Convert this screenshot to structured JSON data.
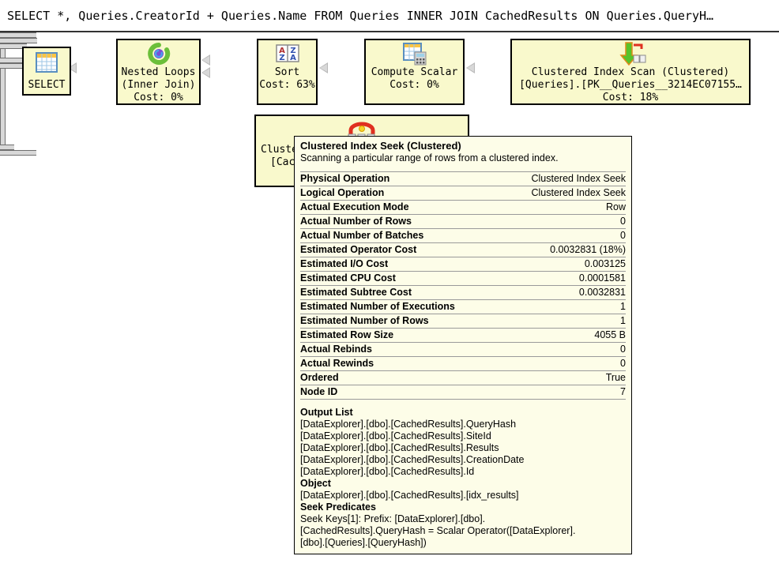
{
  "query": {
    "text": "SELECT *, Queries.CreatorId + Queries.Name FROM Queries INNER JOIN CachedResults ON Queries.QueryH…"
  },
  "plan": {
    "nodes": [
      {
        "id": "select",
        "icon": "result-grid-icon",
        "label": "SELECT",
        "lines": [
          "SELECT"
        ]
      },
      {
        "id": "nested-loops",
        "icon": "nested-loops-icon",
        "label": "Nested Loops",
        "lines": [
          "Nested Loops",
          "(Inner Join)",
          "Cost: 0%"
        ],
        "cost": "Cost: 0%"
      },
      {
        "id": "sort",
        "icon": "sort-az-icon",
        "label": "Sort",
        "lines": [
          "Sort",
          "Cost: 63%"
        ],
        "cost": "Cost: 63%"
      },
      {
        "id": "compute-scalar",
        "icon": "compute-scalar-icon",
        "label": "Compute Scalar",
        "lines": [
          "Compute Scalar",
          "Cost: 0%"
        ],
        "cost": "Cost: 0%"
      },
      {
        "id": "clustered-index-scan",
        "icon": "index-scan-icon",
        "label": "Clustered Index Scan (Clustered)",
        "lines": [
          "Clustered Index Scan (Clustered)",
          "[Queries].[PK__Queries__3214EC07155…",
          "Cost: 18%"
        ],
        "cost": "Cost: 18%"
      },
      {
        "id": "clustered-index-seek",
        "icon": "index-seek-icon",
        "label": "Clustered Index Seek (Clustered)",
        "lines": [
          "Cluste",
          "[Cach"
        ],
        "cost": ""
      }
    ]
  },
  "tooltip": {
    "title": "Clustered Index Seek (Clustered)",
    "description": "Scanning a particular range of rows from a clustered index.",
    "properties": [
      {
        "key": "Physical Operation",
        "value": "Clustered Index Seek"
      },
      {
        "key": "Logical Operation",
        "value": "Clustered Index Seek"
      },
      {
        "key": "Actual Execution Mode",
        "value": "Row"
      },
      {
        "key": "Actual Number of Rows",
        "value": "0"
      },
      {
        "key": "Actual Number of Batches",
        "value": "0"
      },
      {
        "key": "Estimated Operator Cost",
        "value": "0.0032831 (18%)"
      },
      {
        "key": "Estimated I/O Cost",
        "value": "0.003125"
      },
      {
        "key": "Estimated CPU Cost",
        "value": "0.0001581"
      },
      {
        "key": "Estimated Subtree Cost",
        "value": "0.0032831"
      },
      {
        "key": "Estimated Number of Executions",
        "value": "1"
      },
      {
        "key": "Estimated Number of Rows",
        "value": "1"
      },
      {
        "key": "Estimated Row Size",
        "value": "4055 B"
      },
      {
        "key": "Actual Rebinds",
        "value": "0"
      },
      {
        "key": "Actual Rewinds",
        "value": "0"
      },
      {
        "key": "Ordered",
        "value": "True"
      },
      {
        "key": "Node ID",
        "value": "7"
      }
    ],
    "sections": [
      {
        "heading": "Output List",
        "lines": [
          "[DataExplorer].[dbo].[CachedResults].QueryHash",
          "[DataExplorer].[dbo].[CachedResults].SiteId",
          "[DataExplorer].[dbo].[CachedResults].Results",
          "[DataExplorer].[dbo].[CachedResults].CreationDate",
          "[DataExplorer].[dbo].[CachedResults].Id"
        ]
      },
      {
        "heading": "Object",
        "lines": [
          "[DataExplorer].[dbo].[CachedResults].[idx_results]"
        ]
      },
      {
        "heading": "Seek Predicates",
        "lines": [
          "Seek Keys[1]: Prefix: [DataExplorer].[dbo].",
          "[CachedResults].QueryHash = Scalar Operator([DataExplorer].",
          "[dbo].[Queries].[QueryHash])"
        ]
      }
    ]
  },
  "colors": {
    "node_fill": "#f9f9cc",
    "node_border": "#000000",
    "tooltip_fill": "#fdfde8",
    "connector": "#d8d8d8"
  }
}
